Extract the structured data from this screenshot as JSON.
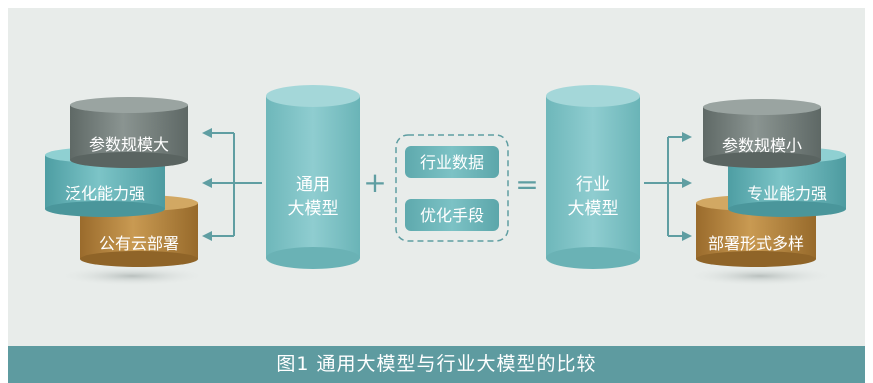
{
  "left_stack": {
    "top": "参数规模大",
    "middle": "泛化能力强",
    "bottom": "公有云部署"
  },
  "general_model": {
    "line1": "通用",
    "line2": "大模型"
  },
  "plus_sign": "+",
  "inputs": {
    "item1": "行业数据",
    "item2": "优化手段"
  },
  "equals_sign": "=",
  "industry_model": {
    "line1": "行业",
    "line2": "大模型"
  },
  "right_stack": {
    "top": "参数规模小",
    "middle": "专业能力强",
    "bottom": "部署形式多样"
  },
  "caption": "图1   通用大模型与行业大模型的比较",
  "colors": {
    "gray_disc": "#7b8582",
    "teal_disc": "#6db4b8",
    "gold_disc": "#b98a43",
    "cylinder": "#7fc2c4",
    "arrow": "#5f9ea2",
    "caption_bg": "#5e9ba0"
  }
}
